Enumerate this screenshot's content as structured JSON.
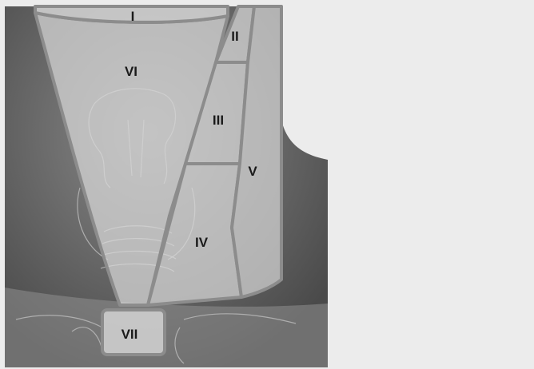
{
  "figure": {
    "background_color": "#ececec",
    "photo_base_color": "#777777",
    "region_fill_color": "#d9d9d9",
    "region_border_color": "#8c8c8c"
  },
  "regions": [
    {
      "id": "I",
      "label": "I"
    },
    {
      "id": "II",
      "label": "II"
    },
    {
      "id": "III",
      "label": "III"
    },
    {
      "id": "IV",
      "label": "IV"
    },
    {
      "id": "V",
      "label": "V"
    },
    {
      "id": "VI",
      "label": "VI"
    },
    {
      "id": "VII",
      "label": "VII"
    }
  ]
}
